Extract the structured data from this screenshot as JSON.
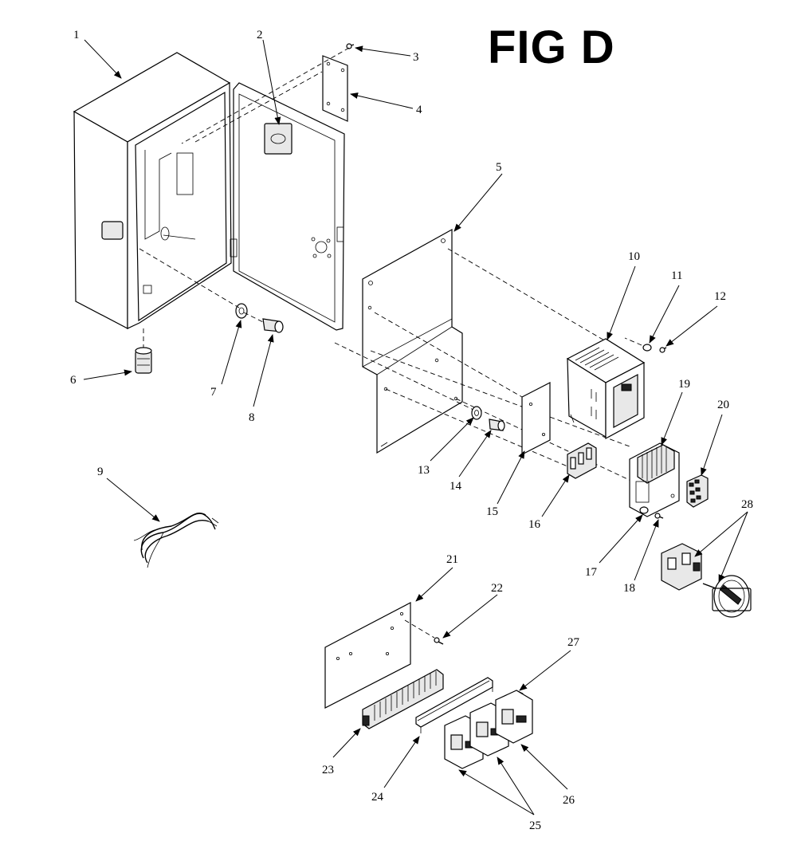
{
  "figure": {
    "title": "FIG D"
  },
  "callouts": [
    "1",
    "2",
    "3",
    "4",
    "5",
    "6",
    "7",
    "8",
    "9",
    "10",
    "11",
    "12",
    "13",
    "14",
    "15",
    "16",
    "17",
    "18",
    "19",
    "20",
    "21",
    "22",
    "23",
    "24",
    "25",
    "26",
    "27",
    "28"
  ]
}
